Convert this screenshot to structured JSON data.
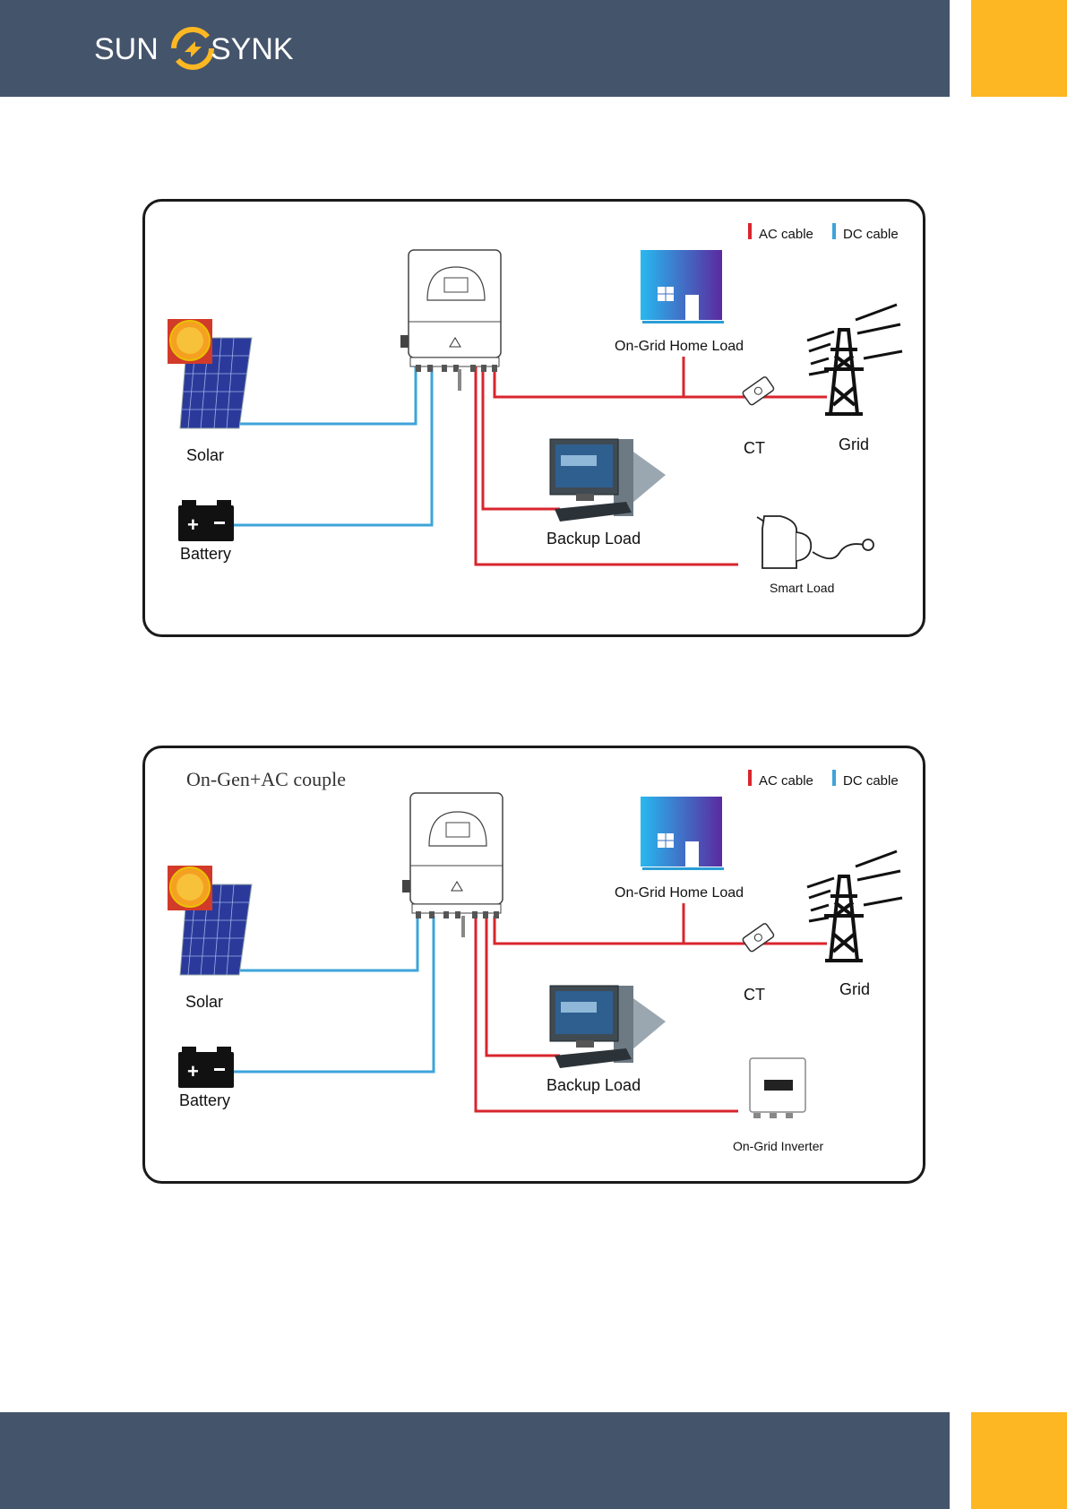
{
  "brand": {
    "name_left": "SUN",
    "name_right": "SYNK"
  },
  "colors": {
    "header_band": "#44546b",
    "accent": "#fdb722",
    "ac_cable": "#d9252d",
    "dc_cable": "#3ea4d9"
  },
  "diagram1": {
    "legend_ac": "AC cable",
    "legend_dc": "DC cable",
    "solar": "Solar",
    "battery": "Battery",
    "home_load": "On-Grid Home Load",
    "ct": "CT",
    "grid": "Grid",
    "backup_load": "Backup Load",
    "smart_load": "Smart Load"
  },
  "diagram2": {
    "title": "On-Gen+AC couple",
    "legend_ac": "AC cable",
    "legend_dc": "DC cable",
    "solar": "Solar",
    "battery": "Battery",
    "home_load": "On-Grid Home Load",
    "ct": "CT",
    "grid": "Grid",
    "backup_load": "Backup Load",
    "ongrid_inverter": "On-Grid Inverter"
  }
}
